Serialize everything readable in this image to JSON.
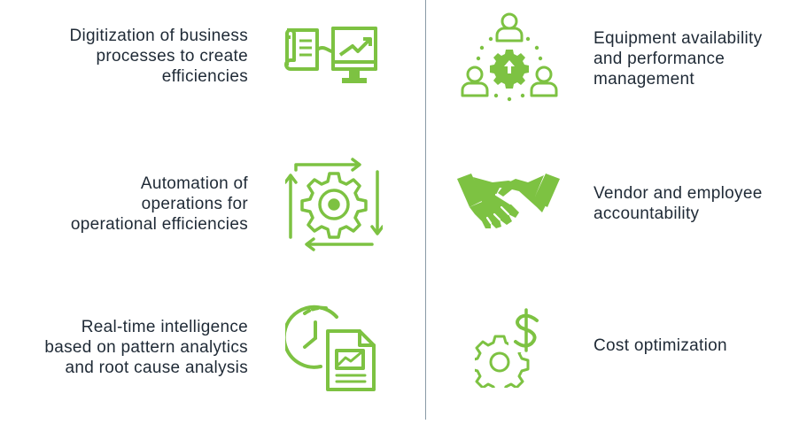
{
  "accent_color": "#7dc242",
  "text_color": "#1f2a36",
  "divider_color": "#8a9aa6",
  "left": {
    "items": [
      {
        "lines": [
          "Digitization of business",
          "processes to create",
          "efficiencies"
        ],
        "icon": "document-to-monitor-icon"
      },
      {
        "lines": [
          "Automation of",
          "operations for",
          "operational efficiencies"
        ],
        "icon": "gear-cycle-icon"
      },
      {
        "lines": [
          "Real-time intelligence",
          "based on pattern analytics",
          "and root cause analysis"
        ],
        "icon": "clock-report-icon"
      }
    ]
  },
  "right": {
    "items": [
      {
        "lines": [
          "Equipment availability",
          "and performance",
          "management"
        ],
        "icon": "people-gear-icon"
      },
      {
        "lines": [
          "Vendor and employee",
          "accountability"
        ],
        "icon": "handshake-icon"
      },
      {
        "lines": [
          "Cost optimization"
        ],
        "icon": "gear-dollar-icon"
      }
    ]
  }
}
